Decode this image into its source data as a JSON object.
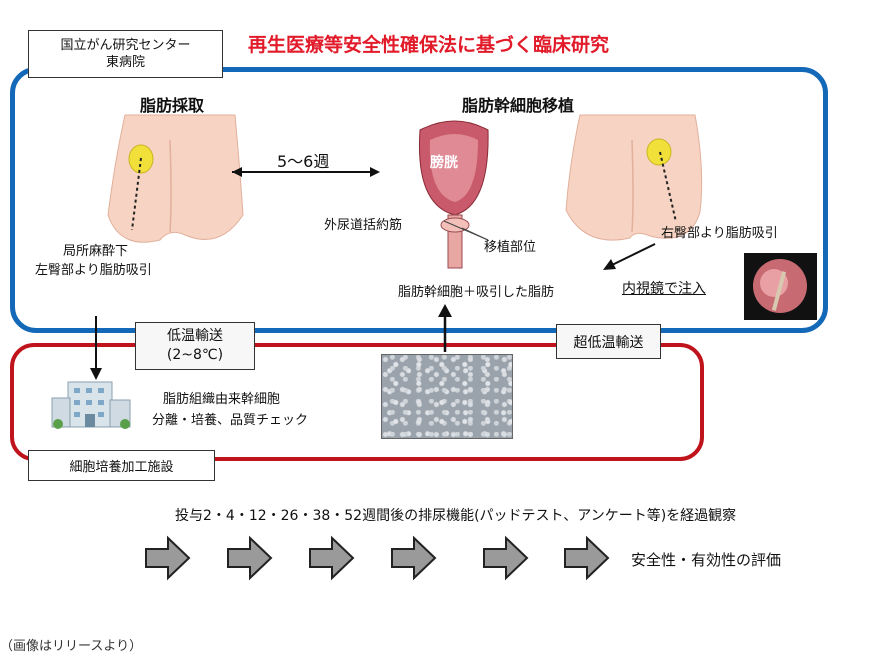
{
  "institution": {
    "line1": "国立がん研究センター",
    "line2": "東病院"
  },
  "title": "再生医療等安全性確保法に基づく臨床研究",
  "harvest": {
    "heading": "脂肪採取",
    "caption_line1": "局所麻酔下",
    "caption_line2": "左臀部より脂肪吸引"
  },
  "interval_label": "5〜6週",
  "transplant": {
    "heading": "脂肪幹細胞移植",
    "bladder_label": "膀胱",
    "sphincter_label": "外尿道括約筋",
    "site_label": "移植部位",
    "mixture_label": "脂肪幹細胞＋吸引した脂肪",
    "right_suction_label": "右臀部より脂肪吸引",
    "endoscope_label": "内視鏡で注入"
  },
  "transport": {
    "low_temp_line1": "低温輸送",
    "low_temp_line2": "(2~8℃)",
    "ultra_low": "超低温輸送"
  },
  "processing": {
    "line1": "脂肪組織由来幹細胞",
    "line2": "分離・培養、品質チェック",
    "facility": "細胞培養加工施設"
  },
  "followup": "投与2・4・12・26・38・52週間後の排尿機能(パッドテスト、アンケート等)を経過観察",
  "evaluation": "安全性・有効性の評価",
  "note": "（画像はリリースより）",
  "colors": {
    "title_red": "#e21b2a",
    "blue_frame": "#1468b8",
    "red_frame": "#c0141c"
  }
}
